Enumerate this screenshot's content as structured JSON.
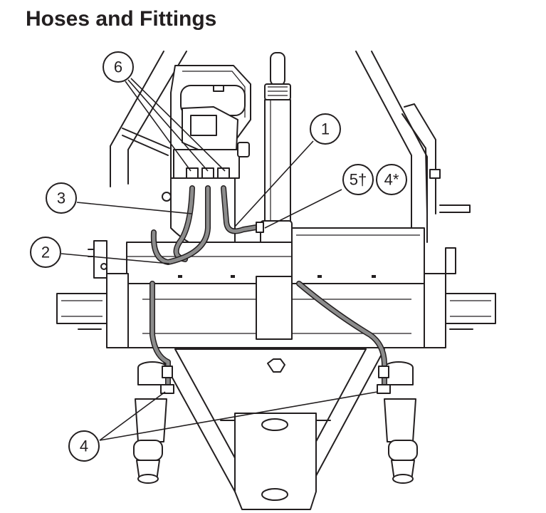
{
  "title": "Hoses and Fittings",
  "colors": {
    "line": "#231f20",
    "hose": "#8c8c8c",
    "background": "#ffffff"
  },
  "callouts": [
    {
      "id": "1",
      "label": "1"
    },
    {
      "id": "2",
      "label": "2"
    },
    {
      "id": "3",
      "label": "3"
    },
    {
      "id": "4-upper",
      "label": "4*"
    },
    {
      "id": "4-lower",
      "label": "4"
    },
    {
      "id": "5",
      "label": "5†"
    },
    {
      "id": "6",
      "label": "6"
    }
  ]
}
